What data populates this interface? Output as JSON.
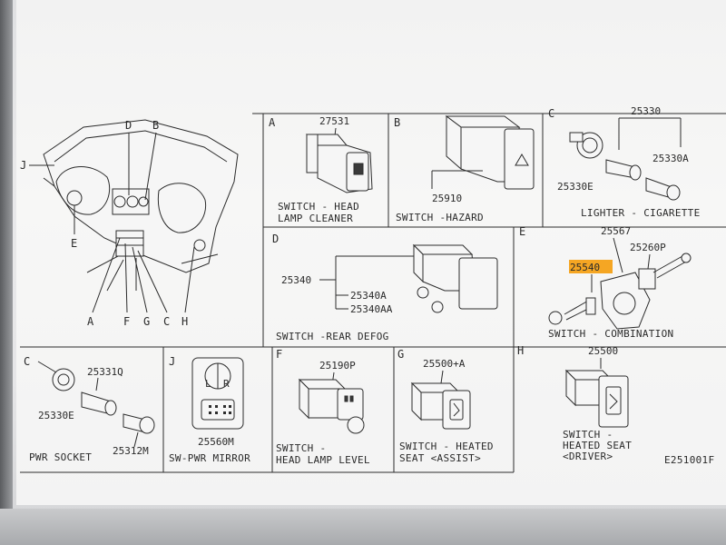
{
  "diagram_id": "E251001F",
  "overview": {
    "letters": [
      "D",
      "B",
      "J",
      "E",
      "A",
      "F",
      "G",
      "C",
      "H"
    ]
  },
  "panels": [
    {
      "letter": "A",
      "parts": [
        "27531"
      ],
      "caption_lines": [
        "SWITCH - HEAD",
        "LAMP CLEANER"
      ]
    },
    {
      "letter": "B",
      "parts": [
        "25910"
      ],
      "caption_lines": [
        "SWITCH -HAZARD"
      ]
    },
    {
      "letter": "C",
      "parts": [
        "25330",
        "25330A",
        "25330E"
      ],
      "caption_lines": [
        "LIGHTER - CIGARETTE"
      ]
    },
    {
      "letter": "D",
      "parts": [
        "25340",
        "25340A",
        "25340AA"
      ],
      "caption_lines": [
        "SWITCH -REAR DEFOG"
      ]
    },
    {
      "letter": "E",
      "parts": [
        "25567",
        "25260P",
        "25540"
      ],
      "caption_lines": [
        "SWITCH - COMBINATION"
      ],
      "highlighted_part": "25540",
      "highlight_color": "#f5a623"
    },
    {
      "letter": "C",
      "parts": [
        "25331Q",
        "25330E",
        "25312M"
      ],
      "caption_lines": [
        "PWR SOCKET"
      ]
    },
    {
      "letter": "J",
      "parts": [
        "25560M"
      ],
      "caption_lines": [
        "SW-PWR MIRROR"
      ],
      "switch_letters": [
        "L",
        "R"
      ]
    },
    {
      "letter": "F",
      "parts": [
        "25190P"
      ],
      "caption_lines": [
        "SWITCH -",
        "HEAD LAMP LEVEL"
      ]
    },
    {
      "letter": "G",
      "parts": [
        "25500+A"
      ],
      "caption_lines": [
        "SWITCH - HEATED",
        "SEAT <ASSIST>"
      ]
    },
    {
      "letter": "H",
      "parts": [
        "25500"
      ],
      "caption_lines": [
        "SWITCH -",
        "HEATED SEAT",
        "<DRIVER>"
      ]
    }
  ]
}
